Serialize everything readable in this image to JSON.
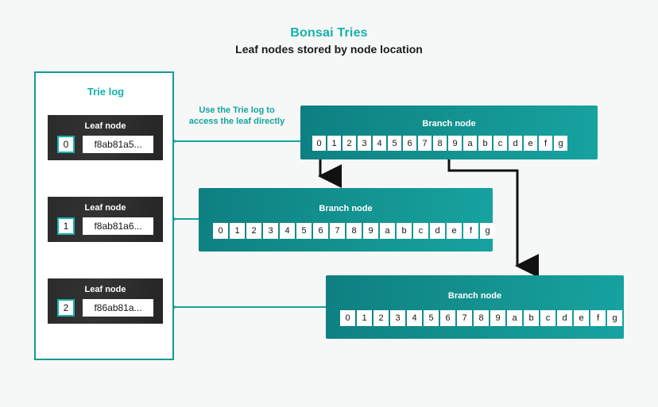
{
  "header": {
    "title": "Bonsai Tries",
    "subtitle": "Leaf nodes stored by node location"
  },
  "trie_log": {
    "panel_title": "Trie log",
    "leaves": [
      {
        "label": "Leaf node",
        "index": "0",
        "hash": "f8ab81a5..."
      },
      {
        "label": "Leaf node",
        "index": "1",
        "hash": "f8ab81a6..."
      },
      {
        "label": "Leaf node",
        "index": "2",
        "hash": "f86ab81a..."
      }
    ]
  },
  "annotation": {
    "line1": "Use the Trie log to",
    "line2": "access the leaf directly"
  },
  "branches": [
    {
      "label": "Branch node",
      "cells": [
        "0",
        "1",
        "2",
        "3",
        "4",
        "5",
        "6",
        "7",
        "8",
        "9",
        "a",
        "b",
        "c",
        "d",
        "e",
        "f",
        "g"
      ]
    },
    {
      "label": "Branch node",
      "cells": [
        "0",
        "1",
        "2",
        "3",
        "4",
        "5",
        "6",
        "7",
        "8",
        "9",
        "a",
        "b",
        "c",
        "d",
        "e",
        "f",
        "g"
      ]
    },
    {
      "label": "Branch node",
      "cells": [
        "0",
        "1",
        "2",
        "3",
        "4",
        "5",
        "6",
        "7",
        "8",
        "9",
        "a",
        "b",
        "c",
        "d",
        "e",
        "f",
        "g"
      ]
    }
  ],
  "colors": {
    "teal": "#13b3ab",
    "teal_dark": "#139a95",
    "branch_dark": "#0e7f82",
    "branch_light": "#17a3a0",
    "card_dark": "#2b2b2b",
    "background": "#f6f7f7",
    "arrow_black": "#111111"
  }
}
